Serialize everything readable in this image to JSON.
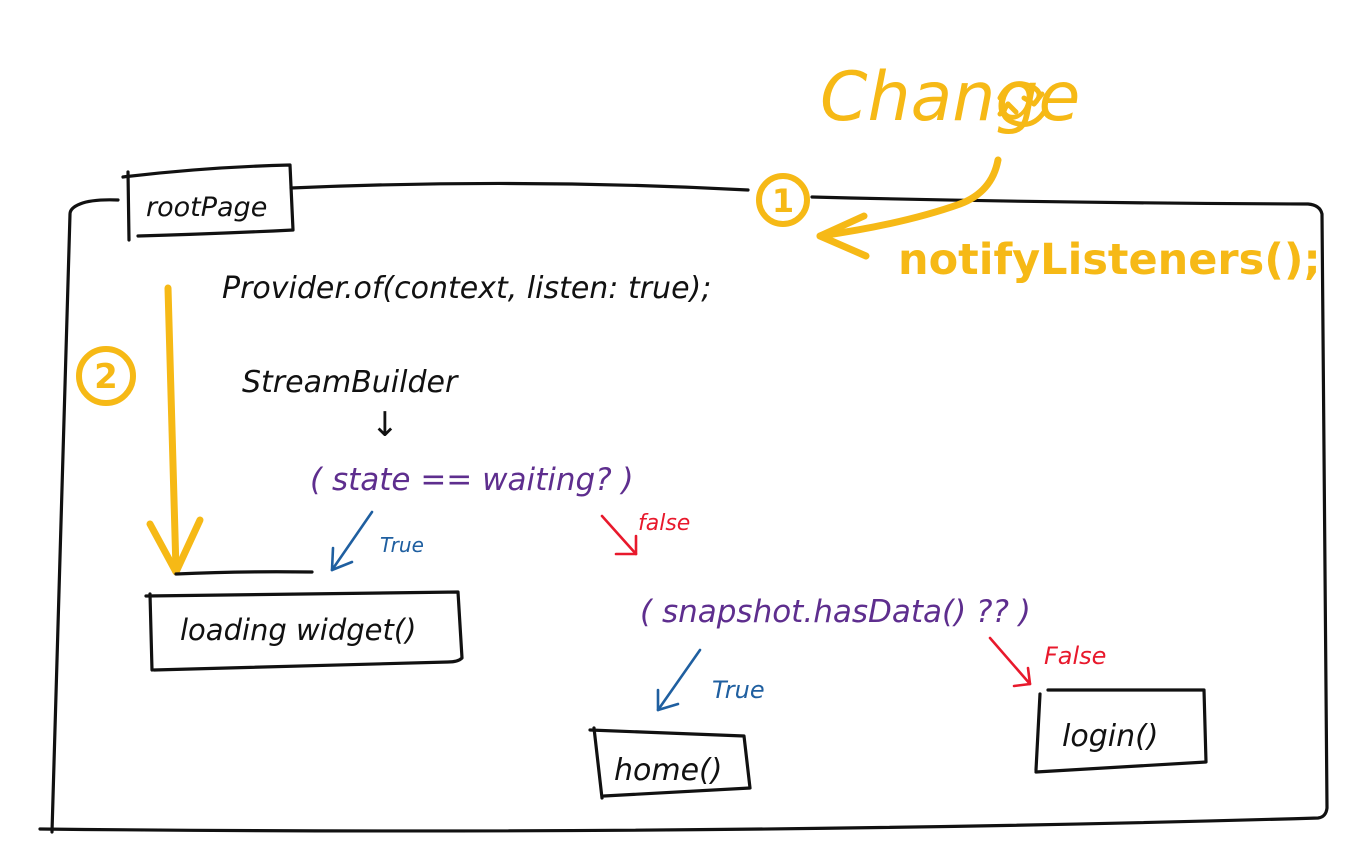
{
  "colors": {
    "ink": "#111111",
    "highlight": "#F6B916",
    "condition": "#5E2E8E",
    "true_branch": "#1F5FA0",
    "false_branch": "#E8192C"
  },
  "header": {
    "change_label": "Change",
    "notify_label": "notifyListeners();",
    "step_one": "1",
    "step_two": "2",
    "refresh_icon": "refresh-icon"
  },
  "root_page": {
    "label": "rootPage",
    "provider_call": "Provider.of(context, listen: true);",
    "stream_builder": "StreamBuilder",
    "down_arrow": "↓"
  },
  "conditions": {
    "waiting": "( state == waiting? )",
    "has_data": "( snapshot.hasData() ?? )"
  },
  "branches": {
    "waiting_true": "True",
    "waiting_false": "false",
    "data_true": "True",
    "data_false": "False"
  },
  "results": {
    "loading": "loading widget()",
    "home": "home()",
    "login": "login()"
  }
}
